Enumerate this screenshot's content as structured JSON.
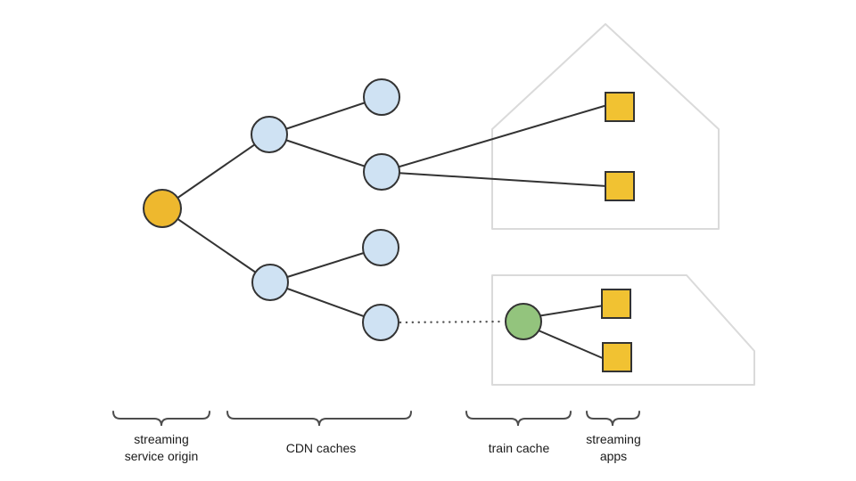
{
  "labels": {
    "origin": "streaming service origin",
    "cdn": "CDN caches",
    "train": "train cache",
    "apps": "streaming apps"
  },
  "colors": {
    "origin_fill": "#EEB82E",
    "cdn_fill": "#CFE2F3",
    "train_fill": "#93C47D",
    "app_fill": "#F1C232",
    "node_stroke": "#333333",
    "edge": "#333333",
    "edge_dotted": "#555555",
    "group_outline": "#DADADA",
    "brace": "#4D4D4D",
    "label_text": "#1A1A1A",
    "background": "#FFFFFF"
  },
  "topology": {
    "node_groups": [
      {
        "id": "origin",
        "label": "streaming service origin",
        "shape": "circle",
        "count": 1
      },
      {
        "id": "cdn",
        "label": "CDN caches",
        "shape": "circle",
        "count": 6
      },
      {
        "id": "train",
        "label": "train cache",
        "shape": "circle",
        "count": 1
      },
      {
        "id": "apps",
        "label": "streaming apps",
        "shape": "square",
        "count": 4
      }
    ],
    "edges": [
      {
        "from": "origin",
        "to": "cdn-1",
        "style": "solid"
      },
      {
        "from": "origin",
        "to": "cdn-2",
        "style": "solid"
      },
      {
        "from": "cdn-1",
        "to": "cdn-3",
        "style": "solid"
      },
      {
        "from": "cdn-1",
        "to": "cdn-4",
        "style": "solid"
      },
      {
        "from": "cdn-2",
        "to": "cdn-5",
        "style": "solid"
      },
      {
        "from": "cdn-2",
        "to": "cdn-6",
        "style": "solid"
      },
      {
        "from": "cdn-4",
        "to": "app-1",
        "style": "solid"
      },
      {
        "from": "cdn-4",
        "to": "app-2",
        "style": "solid"
      },
      {
        "from": "cdn-6",
        "to": "train-cache",
        "style": "dotted"
      },
      {
        "from": "train-cache",
        "to": "app-3",
        "style": "solid"
      },
      {
        "from": "train-cache",
        "to": "app-4",
        "style": "solid"
      }
    ],
    "groups": [
      {
        "id": "house",
        "outline": "house-shape",
        "contains": [
          "app-1",
          "app-2"
        ]
      },
      {
        "id": "train-vehicle",
        "outline": "train-shape",
        "contains": [
          "train-cache",
          "app-3",
          "app-4"
        ]
      }
    ]
  }
}
